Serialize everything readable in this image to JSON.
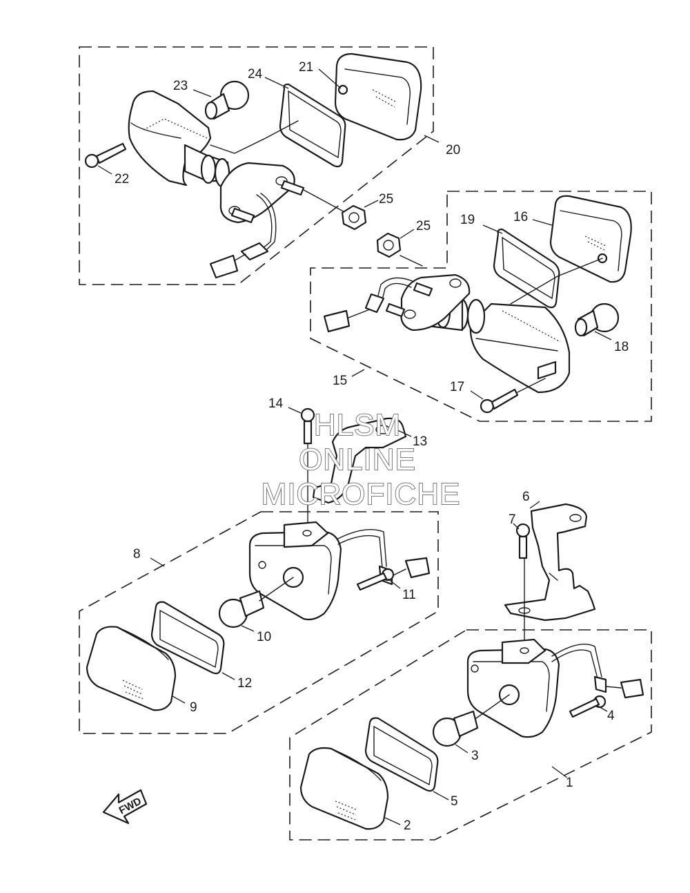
{
  "watermark": {
    "line1": "HLSM",
    "line2": "ONLINE",
    "line3": "MICROFICHE"
  },
  "fwd_label": "FWD",
  "callouts": [
    "1",
    "2",
    "3",
    "4",
    "5",
    "6",
    "7",
    "8",
    "9",
    "10",
    "11",
    "12",
    "13",
    "14",
    "15",
    "16",
    "17",
    "18",
    "19",
    "20",
    "21",
    "22",
    "23",
    "24",
    "25",
    "25"
  ]
}
